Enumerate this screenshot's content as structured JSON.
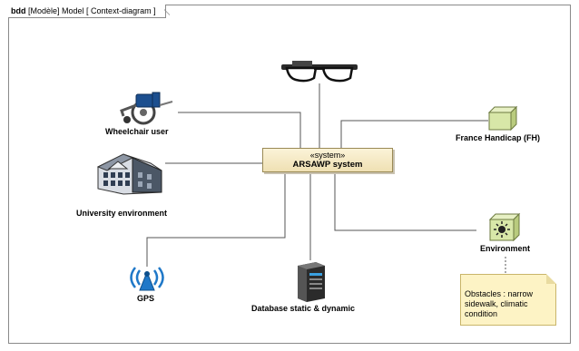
{
  "diagram": {
    "tab": {
      "kind": "bdd",
      "rest": "[Modèle] Model [ Context-diagram ]"
    },
    "system": {
      "stereotype": "«system»",
      "name": "ARSAWP system"
    },
    "actors": {
      "glasses": "",
      "wheelchair": "Wheelchair user",
      "university": "University environment",
      "gps": "GPS",
      "database": "Database static & dynamic",
      "france_handicap": "France Handicap (FH)",
      "environment": "Environment"
    },
    "note": "Obstacles : narrow sidewalk, climatic condition",
    "colors": {
      "block_fill": "#f3e6be",
      "note_fill": "#fdf3c5",
      "block3d_fill": "#d8e7a8",
      "gps_blue": "#1f78c8"
    }
  }
}
